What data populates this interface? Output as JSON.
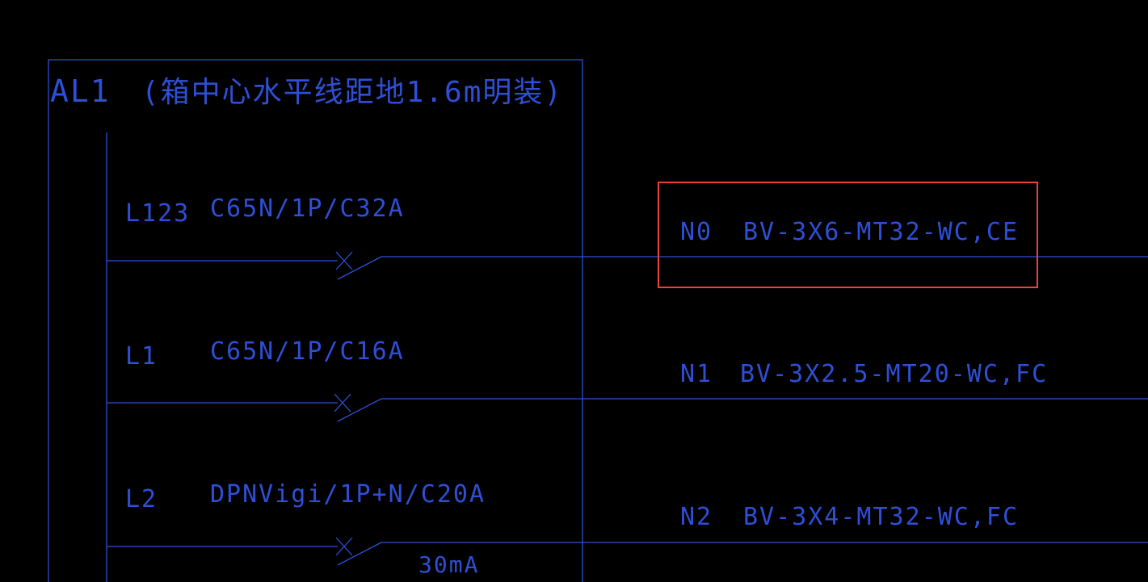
{
  "panel": {
    "name": "AL1",
    "note": "(箱中心水平线距地1.6m明装)"
  },
  "circuits": [
    {
      "phase": "L123",
      "breaker": "C65N/1P/C32A",
      "circuit_id": "N0",
      "cable": "BV-3X6-MT32-WC,CE",
      "rcd": ""
    },
    {
      "phase": "L1",
      "breaker": "C65N/1P/C16A",
      "circuit_id": "N1",
      "cable": "BV-3X2.5-MT20-WC,FC",
      "rcd": ""
    },
    {
      "phase": "L2",
      "breaker": "DPNVigi/1P+N/C20A",
      "circuit_id": "N2",
      "cable": "BV-3X4-MT32-WC,FC",
      "rcd": "30mA"
    }
  ],
  "highlight": {
    "circuit_index": 0
  },
  "colors": {
    "background": "#000000",
    "line": "#2e4fd6",
    "highlight": "#e8443a"
  }
}
